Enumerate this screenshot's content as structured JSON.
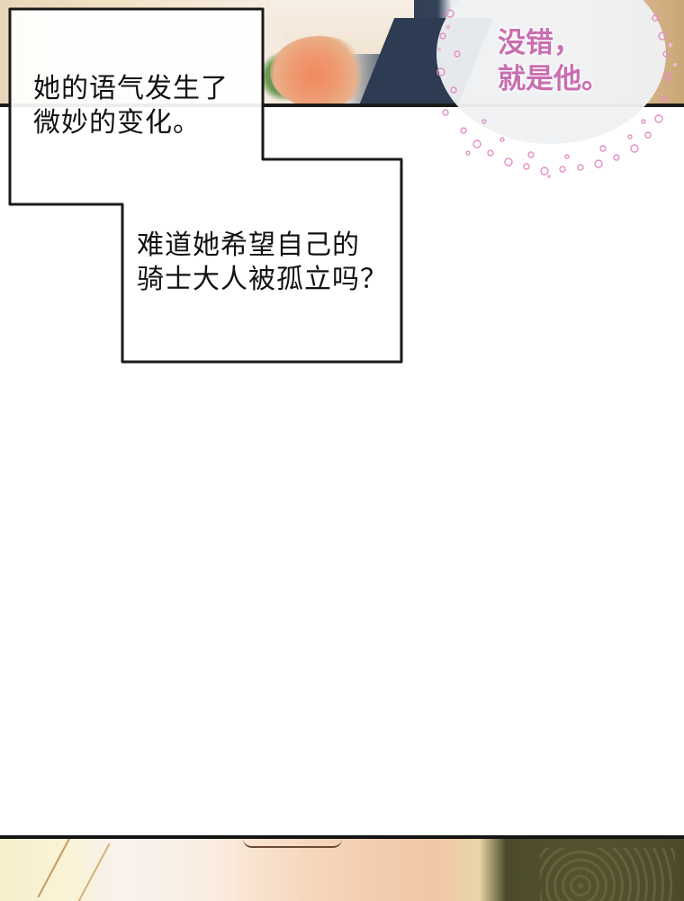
{
  "page": {
    "type": "comic-panel-page",
    "language": "zh"
  },
  "top_panel": {
    "description": "Illustrated panel: flowers, white lace dress, dark navy coat",
    "colors": {
      "rose": "#f08a5e",
      "coat": "#2f3e52",
      "border": "#1a1a1a"
    }
  },
  "speech_bubble": {
    "lines": [
      "没错，",
      "就是他。"
    ],
    "text_color": "#c86eb0",
    "style": "sparkle-dotted-thought"
  },
  "narration": {
    "box_1": {
      "lines": [
        "她的语气发生了",
        "微妙的变化。"
      ]
    },
    "box_2": {
      "lines": [
        "难道她希望自己的",
        "骑士大人被孤立吗？"
      ]
    },
    "border_color": "#1a1a1a"
  },
  "bottom_panel": {
    "description": "Close-up illustration: closed eye with eyelashes, blonde hair, ornate dark green background",
    "colors": {
      "skin": "#f3cdb0",
      "background": "#4c4a2a",
      "border": "#141414"
    }
  }
}
